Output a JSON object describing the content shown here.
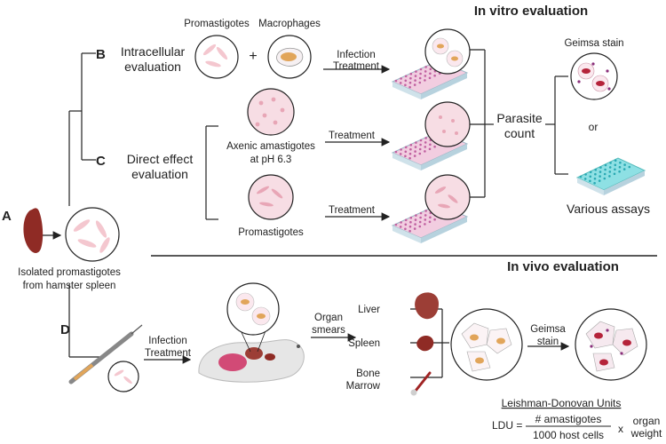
{
  "headings": {
    "in_vitro": "In vitro evaluation",
    "in_vivo": "In vivo evaluation"
  },
  "panels": {
    "a": {
      "letter": "A",
      "caption_line1": "Isolated promastigotes",
      "caption_line2": "from hamster spleen"
    },
    "b": {
      "letter": "B",
      "title_line1": "Intracellular",
      "title_line2": "evaluation",
      "label_promastigotes": "Promastigotes",
      "label_macrophages": "Macrophages",
      "plus": "+",
      "arrow_line1": "Infection",
      "arrow_line2": "Treatment"
    },
    "c": {
      "letter": "C",
      "title_line1": "Direct effect",
      "title_line2": "evaluation",
      "axenic_line1": "Axenic amastigotes",
      "axenic_line2": "at pH 6.3",
      "promastigotes": "Promastigotes",
      "arrow_top": "Treatment",
      "arrow_bottom": "Treatment"
    },
    "right": {
      "count_line1": "Parasite",
      "count_line2": "count",
      "stain": "Geimsa stain",
      "or": "or",
      "assays": "Various assays"
    },
    "d": {
      "letter": "D",
      "arrow_line1": "Infection",
      "arrow_line2": "Treatment",
      "organ_line1": "Organ",
      "organ_line2": "smears",
      "liver": "Liver",
      "spleen": "Spleen",
      "bone_line1": "Bone",
      "bone_line2": "Marrow",
      "stain_line1": "Geimsa",
      "stain_line2": "stain"
    },
    "ldu": {
      "title": "Leishman-Donovan Units",
      "lhs": "LDU =",
      "numerator": "# amastigotes",
      "denominator": "1000 host cells",
      "times": "x",
      "organ_line1": "organ",
      "organ_line2": "weight"
    }
  },
  "colors": {
    "spleen": "#8f2b25",
    "liver": "#9c3e36",
    "plate": "#e9a6c8",
    "plate_blue": "#6fd3d8",
    "cell": "#f4c7cf",
    "nucleus": "#e1a55a",
    "stain": "#8a2f7a"
  }
}
